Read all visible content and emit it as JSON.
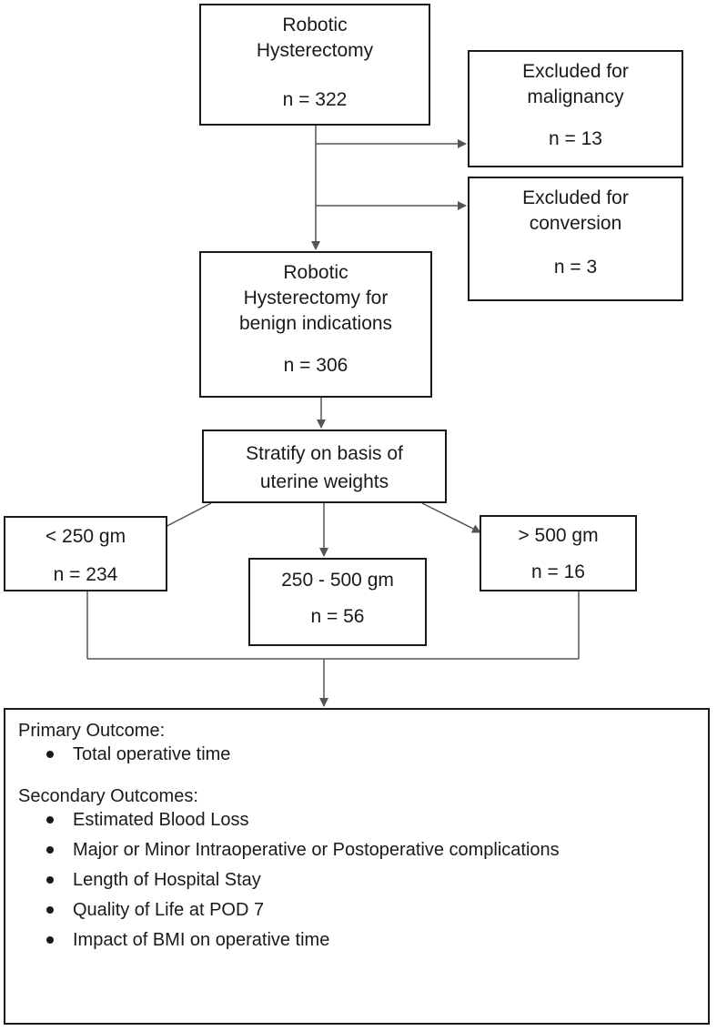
{
  "nodes": {
    "total": {
      "lines": [
        "Robotic",
        "Hysterectomy"
      ],
      "count": "n = 322"
    },
    "excluded_malignancy": {
      "lines": [
        "Excluded for",
        "malignancy"
      ],
      "count": "n = 13"
    },
    "excluded_conversion": {
      "lines": [
        "Excluded for",
        "conversion"
      ],
      "count": "n = 3"
    },
    "benign": {
      "lines": [
        "Robotic",
        "Hysterectomy for",
        "benign indications"
      ],
      "count": "n = 306"
    },
    "stratify": {
      "lines": [
        "Stratify on basis of",
        "uterine weights"
      ]
    },
    "weight_low": {
      "label": "< 250 gm",
      "count": "n = 234"
    },
    "weight_mid": {
      "label": "250 - 500 gm",
      "count": "n = 56"
    },
    "weight_high": {
      "label": "> 500 gm",
      "count": "n = 16"
    }
  },
  "outcomes": {
    "primary_heading": "Primary Outcome:",
    "primary_items": [
      "Total operative time"
    ],
    "secondary_heading": "Secondary Outcomes:",
    "secondary_items": [
      "Estimated Blood Loss",
      "Major or Minor Intraoperative or Postoperative complications",
      "Length of Hospital Stay",
      "Quality of Life at POD 7",
      "Impact of BMI on operative time"
    ]
  },
  "colors": {
    "stroke": "#1a1a1a",
    "connector": "#555555",
    "background": "#ffffff"
  }
}
